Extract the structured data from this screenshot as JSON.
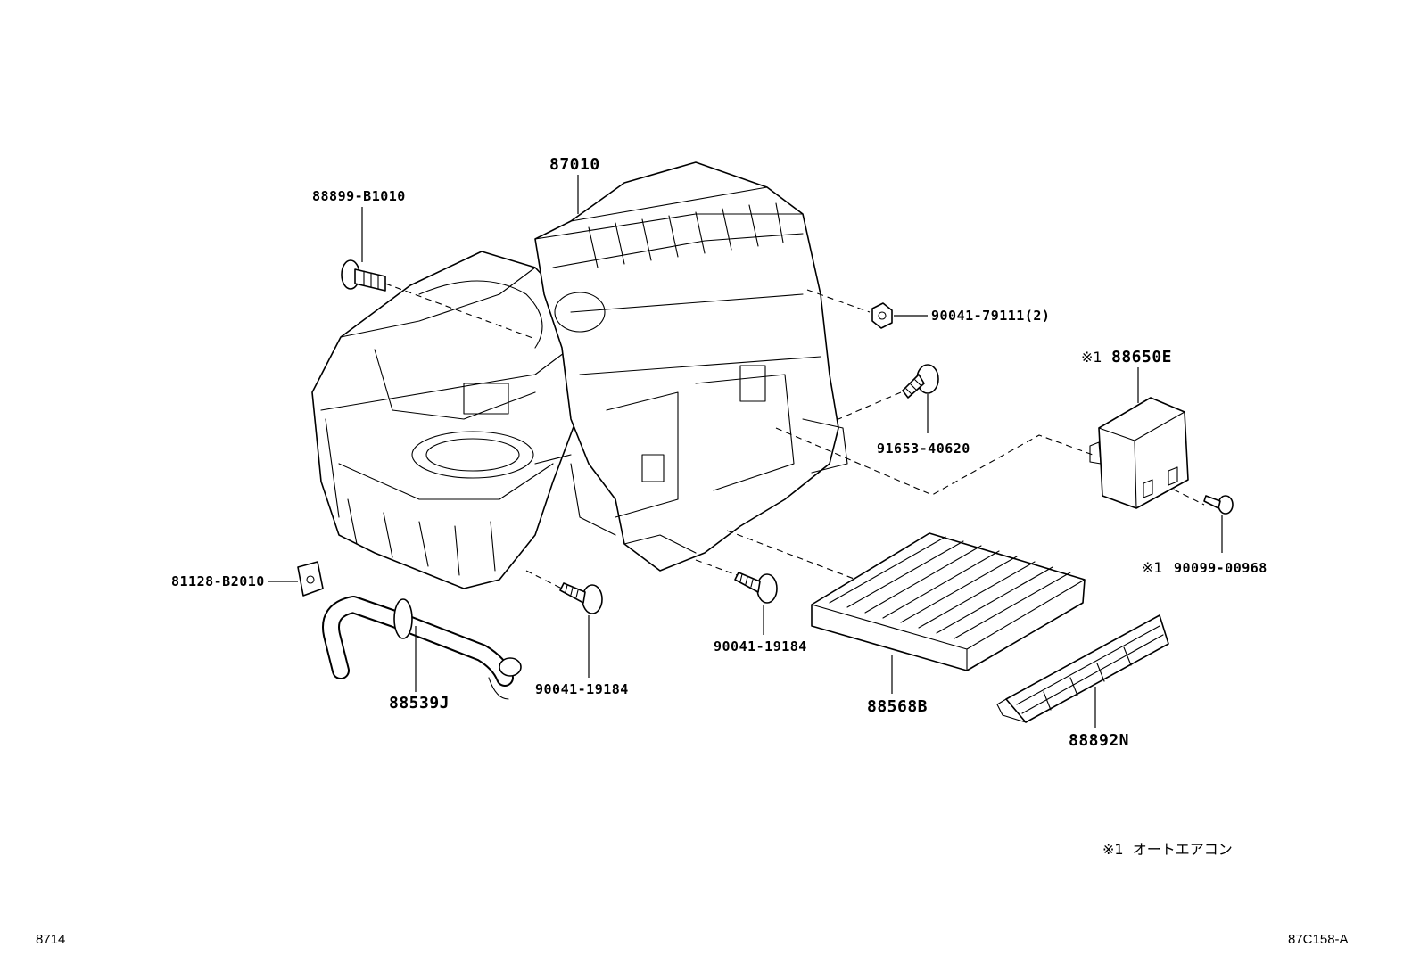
{
  "callouts": {
    "heater_unit": "87010",
    "clip_left": "88899-B1010",
    "nut_top": "90041-79111(2)",
    "screw_mid": "91653-40620",
    "amplifier_mark": "※1",
    "amplifier": "88650E",
    "screw_amp_mark": "※1",
    "screw_amp": "90099-00968",
    "seal": "81128-B2010",
    "hose": "88539J",
    "screw_bottom_left": "90041-19184",
    "screw_bottom_mid": "90041-19184",
    "filter": "88568B",
    "filter_cover": "88892N"
  },
  "legend_note": "※1  オートエアコン",
  "footer": {
    "page_code": "8714",
    "illustration_code": "87C158-A"
  }
}
